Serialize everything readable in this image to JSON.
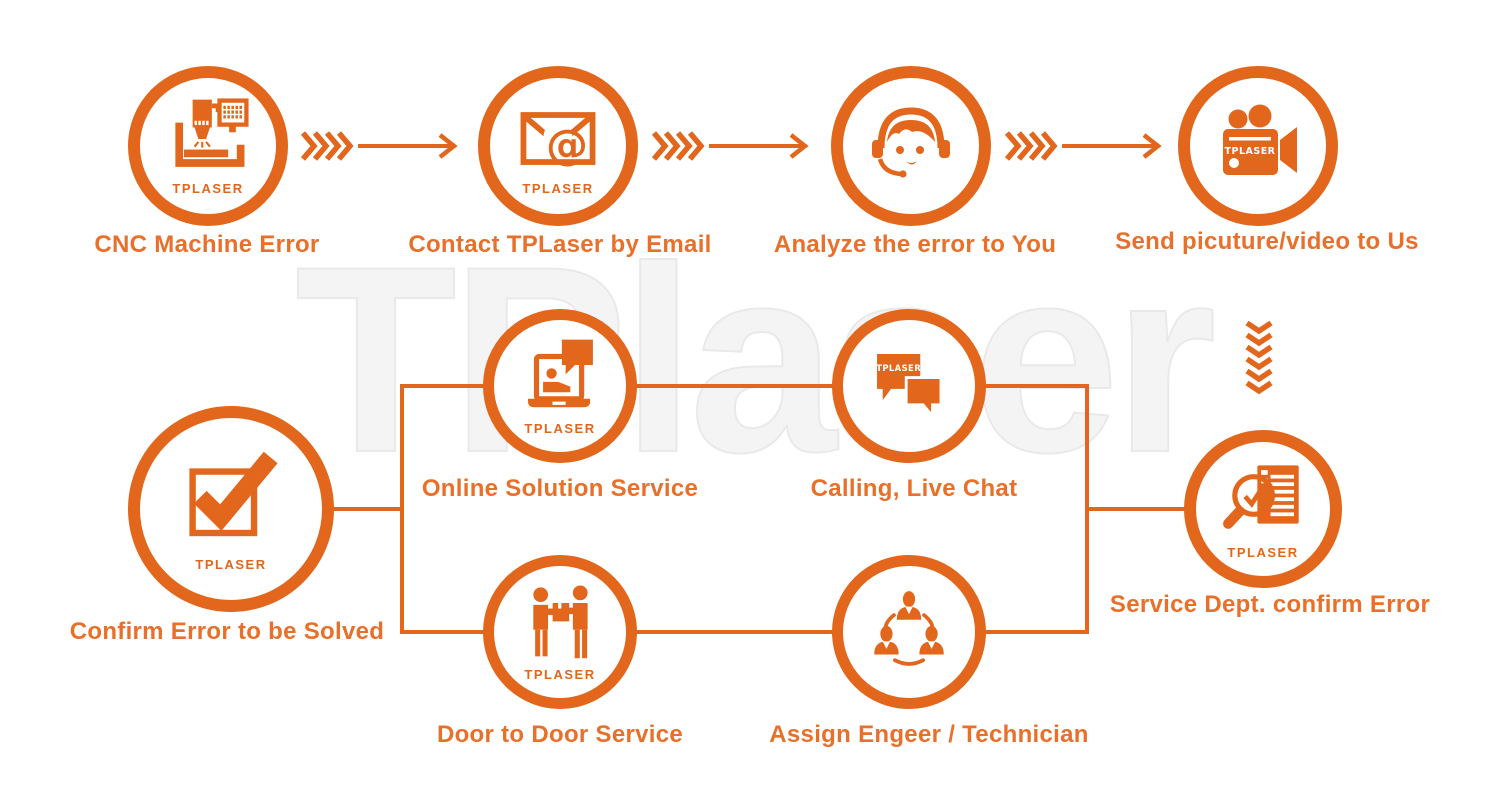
{
  "colors": {
    "accent": "#E2661B",
    "label": "#E8702A",
    "watermark": "#F4F4F4",
    "badge_on_fill": "#FFFFFF"
  },
  "watermark_text": "TPlaser",
  "email_at_symbol": "@",
  "steps_top": [
    {
      "label": "CNC Machine Error",
      "icon": "cnc-machine-icon",
      "badge": "TPLASER"
    },
    {
      "label": "Contact TPLaser by Email",
      "icon": "email-icon",
      "badge": "TPLASER"
    },
    {
      "label": "Analyze the error to You",
      "icon": "support-agent-icon",
      "badge": ""
    },
    {
      "label": "Send picuture/video to Us",
      "icon": "video-camera-icon",
      "badge": "TPLASER"
    }
  ],
  "flow_nodes": {
    "confirm": {
      "label": "Confirm Error to be Solved",
      "icon": "checkbox-check-icon",
      "badge": "TPLASER"
    },
    "online": {
      "label": "Online Solution Service",
      "icon": "laptop-chat-icon",
      "badge": "TPLASER"
    },
    "calling": {
      "label": "Calling, Live Chat",
      "icon": "chat-bubbles-icon",
      "badge": "TPLASER"
    },
    "door": {
      "label": "Door to Door Service",
      "icon": "delivery-people-icon",
      "badge": "TPLASER"
    },
    "assign": {
      "label": "Assign Engeer / Technician",
      "icon": "team-icon",
      "badge": ""
    },
    "service": {
      "label": "Service Dept. confirm Error",
      "icon": "magnifier-document-icon",
      "badge": "TPLASER"
    }
  }
}
